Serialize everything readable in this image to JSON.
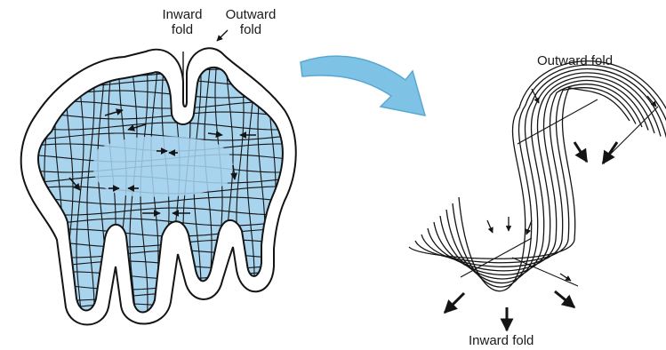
{
  "colors": {
    "fill": "#a9d4ee",
    "arrow_fill": "#7ec3e6",
    "arrow_stroke": "#5aa8d2",
    "ink": "#141414"
  },
  "labels": {
    "inward_fold_line1": "Inward",
    "inward_fold_line2": "fold",
    "outward_fold_line1": "Outward",
    "outward_fold_line2": "fold",
    "outward_fold_right": "Outward fold",
    "inward_fold_bottom": "Inward fold"
  },
  "icons": {
    "transition_arrow": "curved-arrow-icon"
  }
}
